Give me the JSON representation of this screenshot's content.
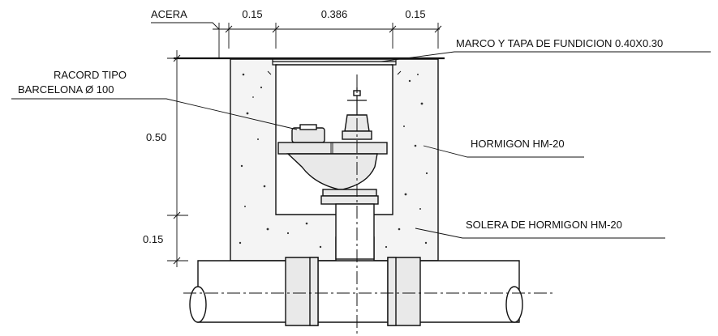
{
  "labels": {
    "acera": "ACERA",
    "marco": "MARCO Y TAPA DE FUNDICION 0.40X0.30",
    "racord_line1": "RACORD TIPO",
    "racord_line2": "BARCELONA Ø 100",
    "hormigon": "HORMIGON HM-20",
    "solera": "SOLERA DE HORMIGON HM-20"
  },
  "dimensions": {
    "top_left": "0.15",
    "top_center": "0.386",
    "top_right": "0.15",
    "height_upper": "0.50",
    "height_lower": "0.15"
  }
}
